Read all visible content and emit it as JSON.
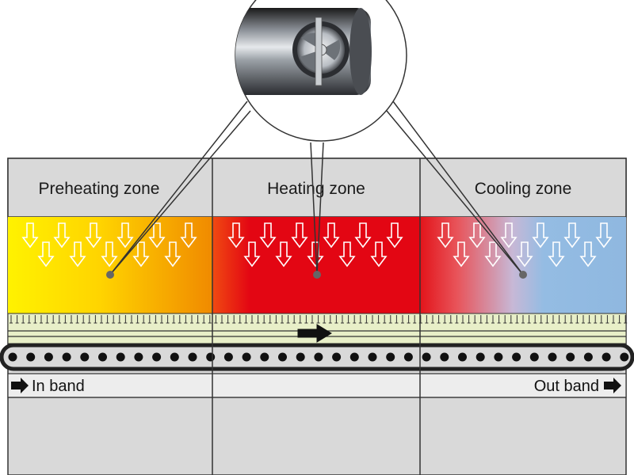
{
  "zones": [
    {
      "label": "Preheating zone"
    },
    {
      "label": "Heating zone"
    },
    {
      "label": "Cooling zone"
    }
  ],
  "band": {
    "in_label": "In band",
    "out_label": "Out band"
  },
  "icons": {
    "airflow": "down-arrow-icon",
    "conveyor_direction": "right-arrow-icon",
    "nozzle": "nozzle-fan-icon"
  },
  "colors": {
    "preheat_start": "#ffe600",
    "preheat_end": "#f39200",
    "heat": "#e30613",
    "cool": "#8fb8e0",
    "panel": "#d9d9d9",
    "band": "#e8efc8",
    "outline": "#333333"
  }
}
